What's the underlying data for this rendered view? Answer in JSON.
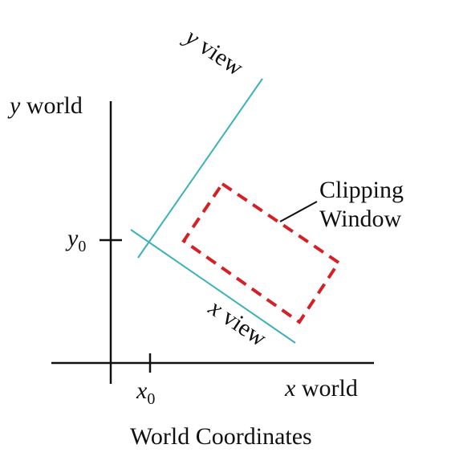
{
  "labels": {
    "y_world_var": "y",
    "y_world_word": " world",
    "x_world_var": "x",
    "x_world_word": " world",
    "y_view_var": "y",
    "y_view_word": " view",
    "x_view_var": "x",
    "x_view_word": " view",
    "y0_var": "y",
    "y0_sub": "0",
    "x0_var": "x",
    "x0_sub": "0",
    "clipping_line1": "Clipping",
    "clipping_line2": "Window",
    "caption": "World Coordinates"
  },
  "colors": {
    "axes": "#111111",
    "view_axes": "#3bb3b6",
    "clipping_window": "#d42027",
    "text": "#111111"
  }
}
